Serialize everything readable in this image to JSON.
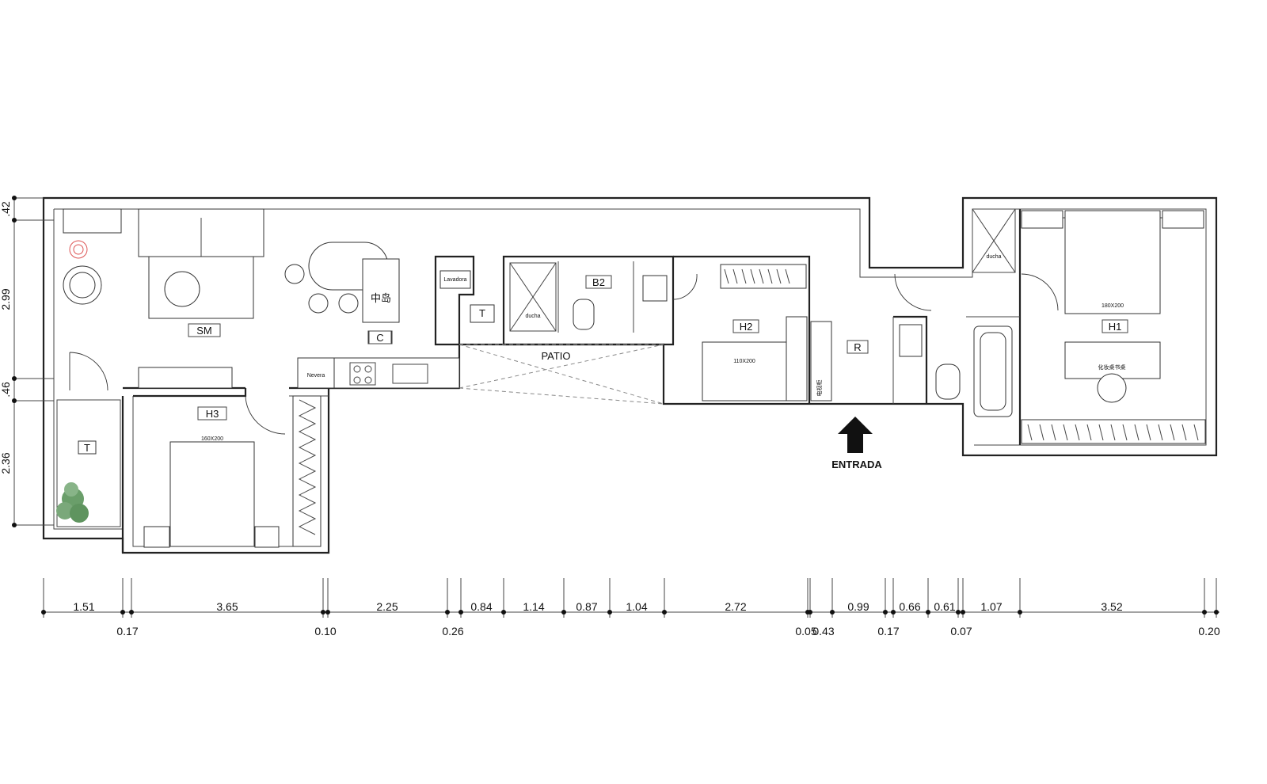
{
  "rooms": {
    "sm": "SM",
    "c": "C",
    "island": "中岛",
    "t_kitchen": "T",
    "t_terrace": "T",
    "h3": "H3",
    "b2": "B2",
    "patio": "PATIO",
    "h2": "H2",
    "r": "R",
    "h1": "H1",
    "entrada": "ENTRADA"
  },
  "small_labels": {
    "lavadora": "Lavadora",
    "nevera": "Nevera",
    "ducha_b2": "ducha",
    "ducha_h1": "ducha",
    "bed_h3": "160X200",
    "bed_h2": "110X200",
    "bed_h1": "180X200",
    "desk_h1": "化妆桌书桌",
    "h2_closet": "电视柜"
  },
  "dims_vertical": {
    "d1": ".42",
    "d2": "2.99",
    "d3": ".46",
    "d4": "2.36"
  },
  "dims_horizontal_top": [
    "1.51",
    "3.65",
    "2.25",
    "0.84",
    "1.14",
    "0.87",
    "1.04",
    "2.72",
    "0.99",
    "0.66",
    "0.61",
    "1.07",
    "3.52"
  ],
  "dims_horizontal_bottom": [
    "0.17",
    "0.10",
    "0.26",
    "0.05",
    "0.43",
    "0.17",
    "0.07",
    "0.20"
  ],
  "colors": {
    "plant": "#6a9e6a",
    "line": "#222222"
  }
}
